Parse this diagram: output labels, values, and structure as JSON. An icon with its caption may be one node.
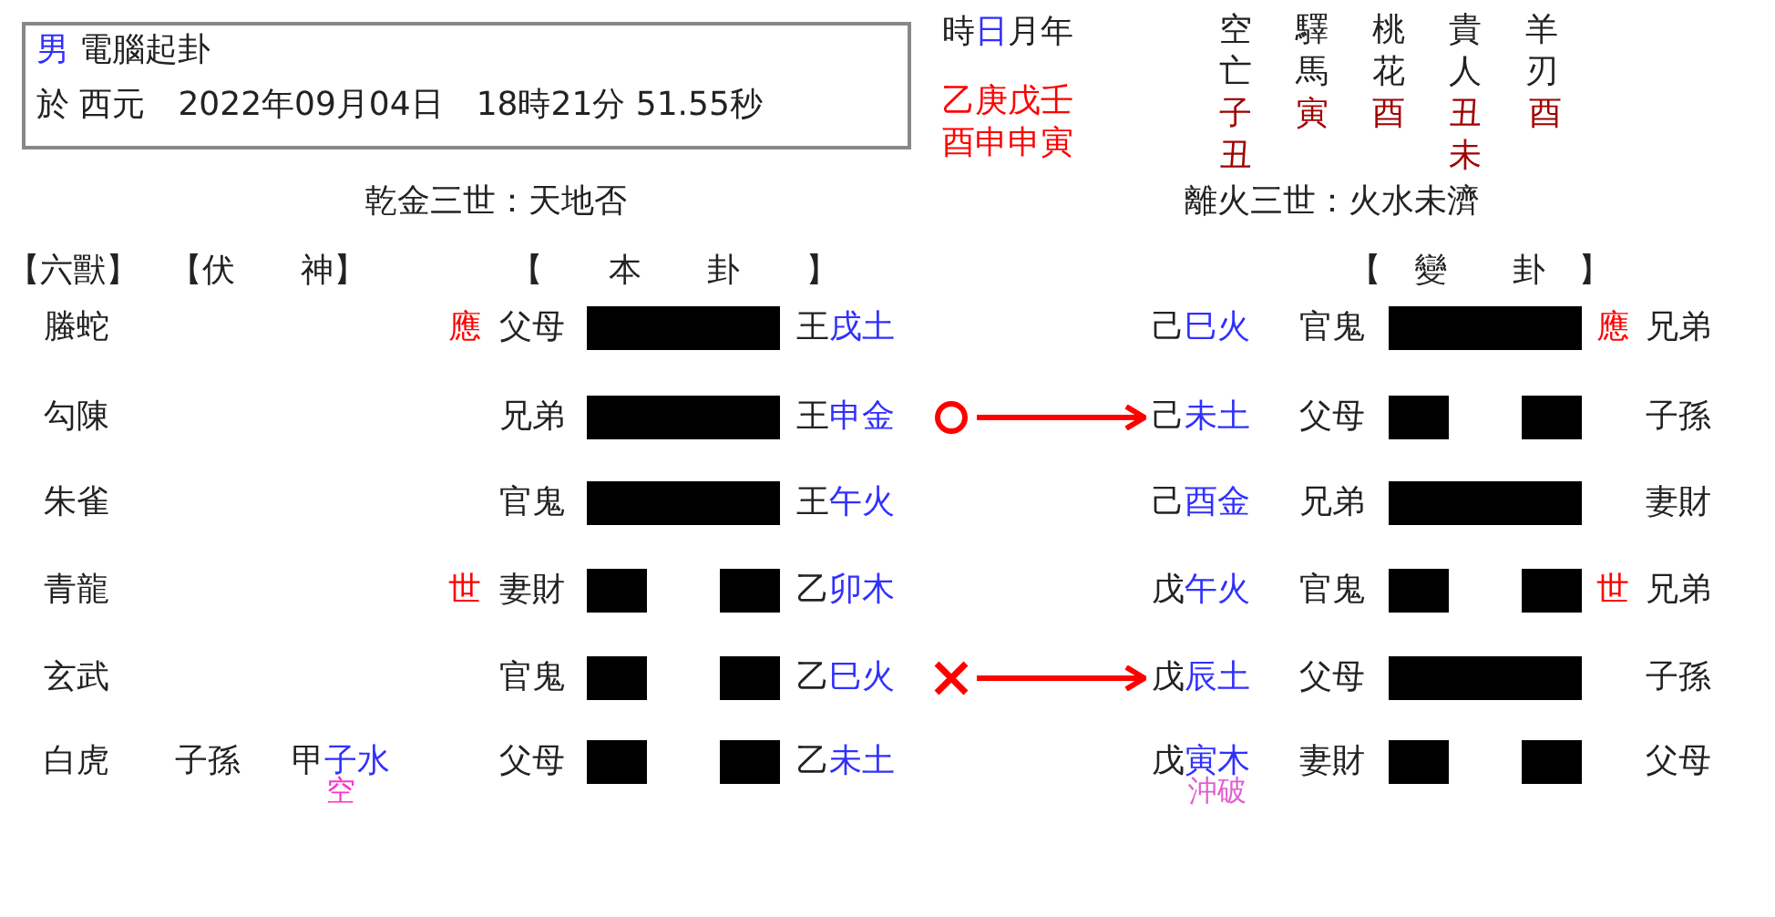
{
  "diagram": {
    "nodes": [
      {
        "text": [
          "男 電腦起卦",
          "於 西元　2022年09月04日　18時21分 51.55秒"
        ]
      },
      {
        "text": [],
        "shape": "circle"
      },
      {
        "text": [
          "己未土"
        ]
      },
      {
        "text": [],
        "shape": "cross"
      },
      {
        "text": [
          "戊辰土"
        ]
      }
    ],
    "edges": [
      {
        "from": 1,
        "to": 2,
        "arrow": "to"
      },
      {
        "from": 3,
        "to": 4,
        "arrow": "to"
      }
    ],
    "labels": [
      "時日月年",
      "空亡",
      "驛馬",
      "桃花",
      "貴人",
      "羊刃",
      "乙庚戊壬",
      "酉申申寅",
      "子丑",
      "寅",
      "酉",
      "丑未",
      "酉",
      "乾金三世：天地否",
      "離火三世：火水未濟",
      "【六獸】",
      "【伏　　神】",
      "【　　本　　卦　　】",
      "【　變　　卦　】",
      "螣蛇",
      "應",
      "父母",
      "王戌土",
      "己巳火",
      "官鬼",
      "應",
      "兄弟",
      "勾陳",
      "兄弟",
      "王申金",
      "父母",
      "子孫",
      "朱雀",
      "官鬼",
      "王午火",
      "己酉金",
      "兄弟",
      "妻財",
      "青龍",
      "世",
      "妻財",
      "乙卯木",
      "戊午火",
      "官鬼",
      "世",
      "兄弟",
      "玄武",
      "官鬼",
      "乙巳火",
      "父母",
      "子孫",
      "白虎",
      "子孫",
      "甲子水",
      "父母",
      "乙未土",
      "戊寅木",
      "妻財",
      "父母",
      "空",
      "沖破"
    ]
  }
}
